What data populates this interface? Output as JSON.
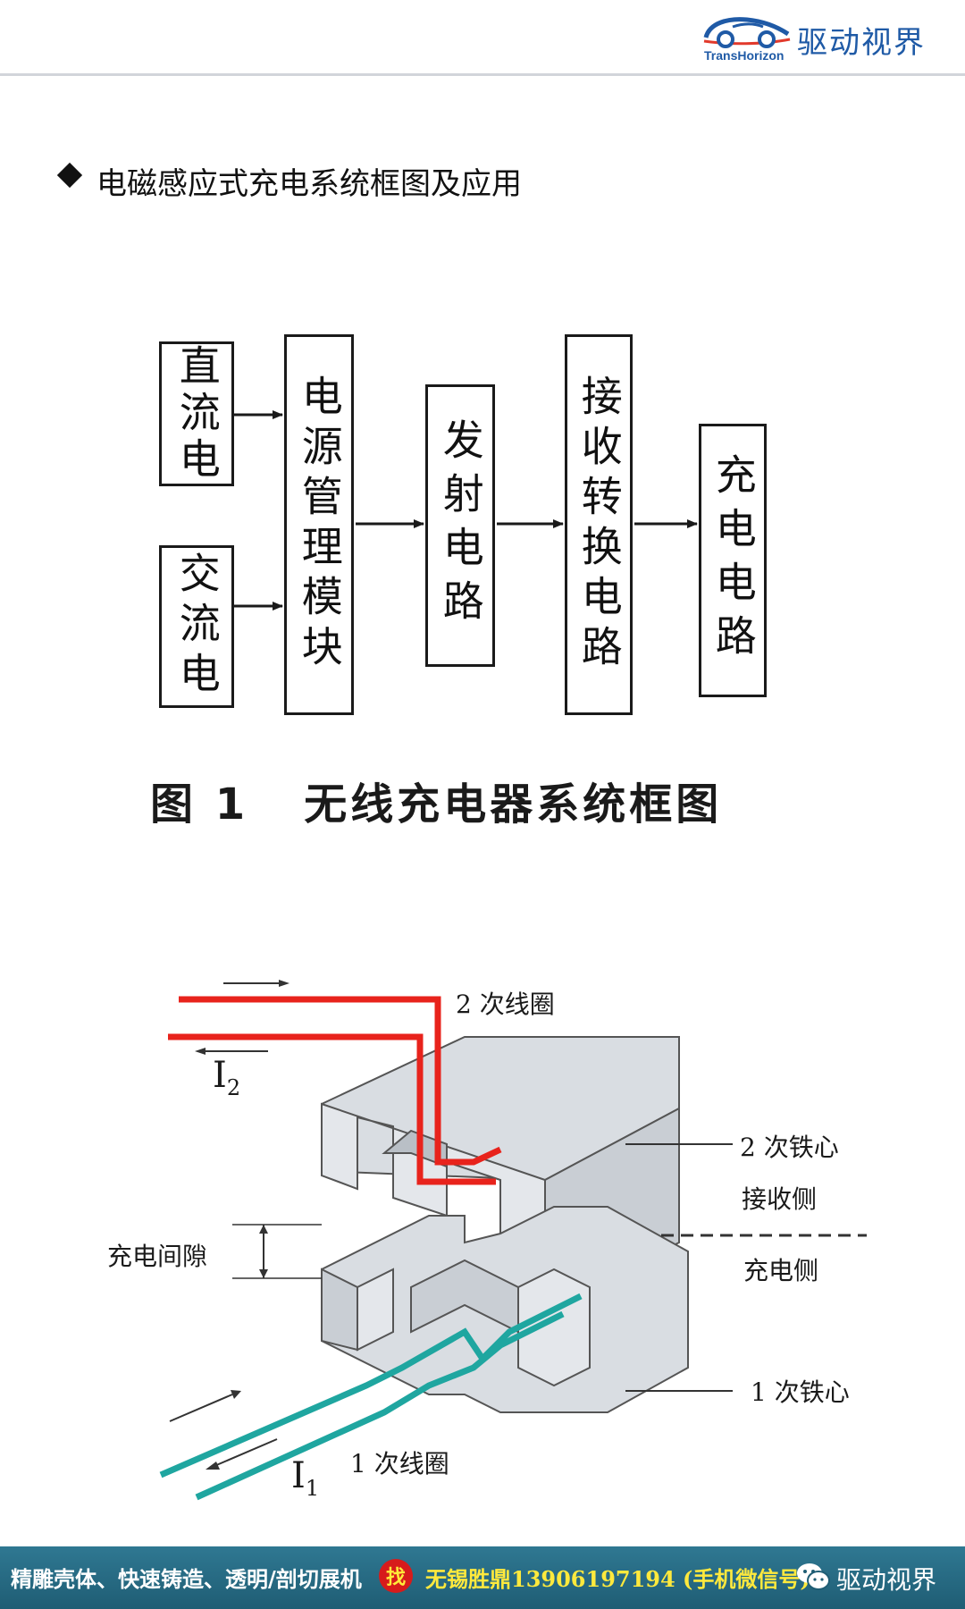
{
  "header": {
    "logo_sub": "TransHorizon",
    "logo_cn": "驱动视界"
  },
  "section": {
    "title": "电磁感应式充电系统框图及应用"
  },
  "block_diagram": {
    "boxes": {
      "dc": "直流电",
      "ac": "交流电",
      "power": "电源管理模块",
      "transmit": "发射电路",
      "receive": "接收转换电路",
      "charge": "充电电路"
    },
    "caption": "图 1   无线充电器系统框图"
  },
  "illustration": {
    "secondary_coil": "2 次线圈",
    "secondary_core": "2 次铁心",
    "receiving_side": "接收侧",
    "charging_gap": "充电间隙",
    "charging_side": "充电侧",
    "primary_core": "1 次铁心",
    "primary_coil": "1 次线圈",
    "current_symbol": "I",
    "i2_sub": "2",
    "i1_sub": "1",
    "colors": {
      "secondary_coil": "#e8231c",
      "primary_coil": "#1fa6a0",
      "core": "#d9dde2"
    }
  },
  "footer": {
    "text": "精雕壳体、快速铸造、透明/剖切展机",
    "badge": "找",
    "contact": "无锡胜鼎13906197194 (手机微信号)",
    "brand": "驱动视界"
  }
}
